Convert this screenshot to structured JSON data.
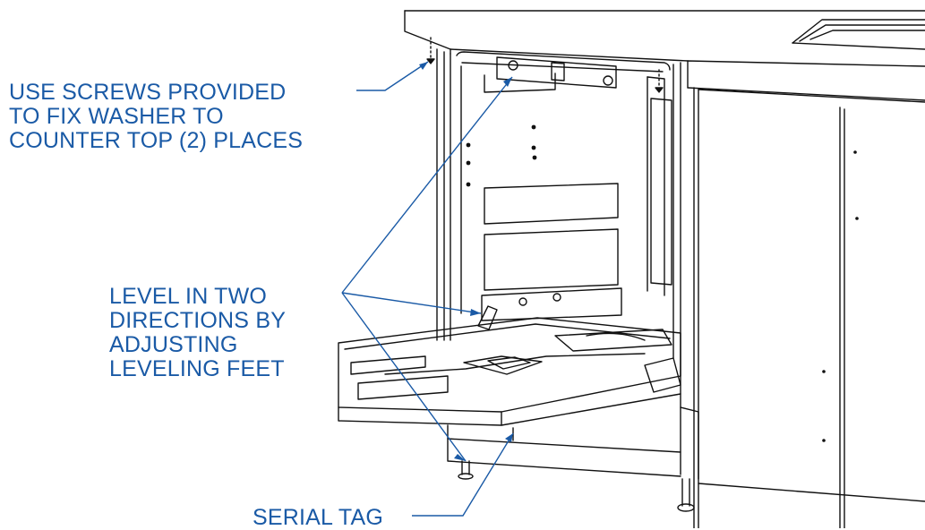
{
  "figure": {
    "callouts": {
      "screws": {
        "lines": [
          "USE SCREWS PROVIDED",
          "TO FIX WASHER TO",
          "COUNTER TOP (2) PLACES"
        ]
      },
      "level": {
        "lines": [
          "LEVEL IN TWO",
          "DIRECTIONS BY",
          "ADJUSTING",
          "LEVELING FEET"
        ]
      },
      "serial": {
        "lines": [
          "SERIAL TAG"
        ]
      }
    },
    "colors": {
      "label": "#1a5aa6",
      "leader": "#1a5aa6",
      "drawing": "#111111",
      "background": "#ffffff"
    }
  }
}
